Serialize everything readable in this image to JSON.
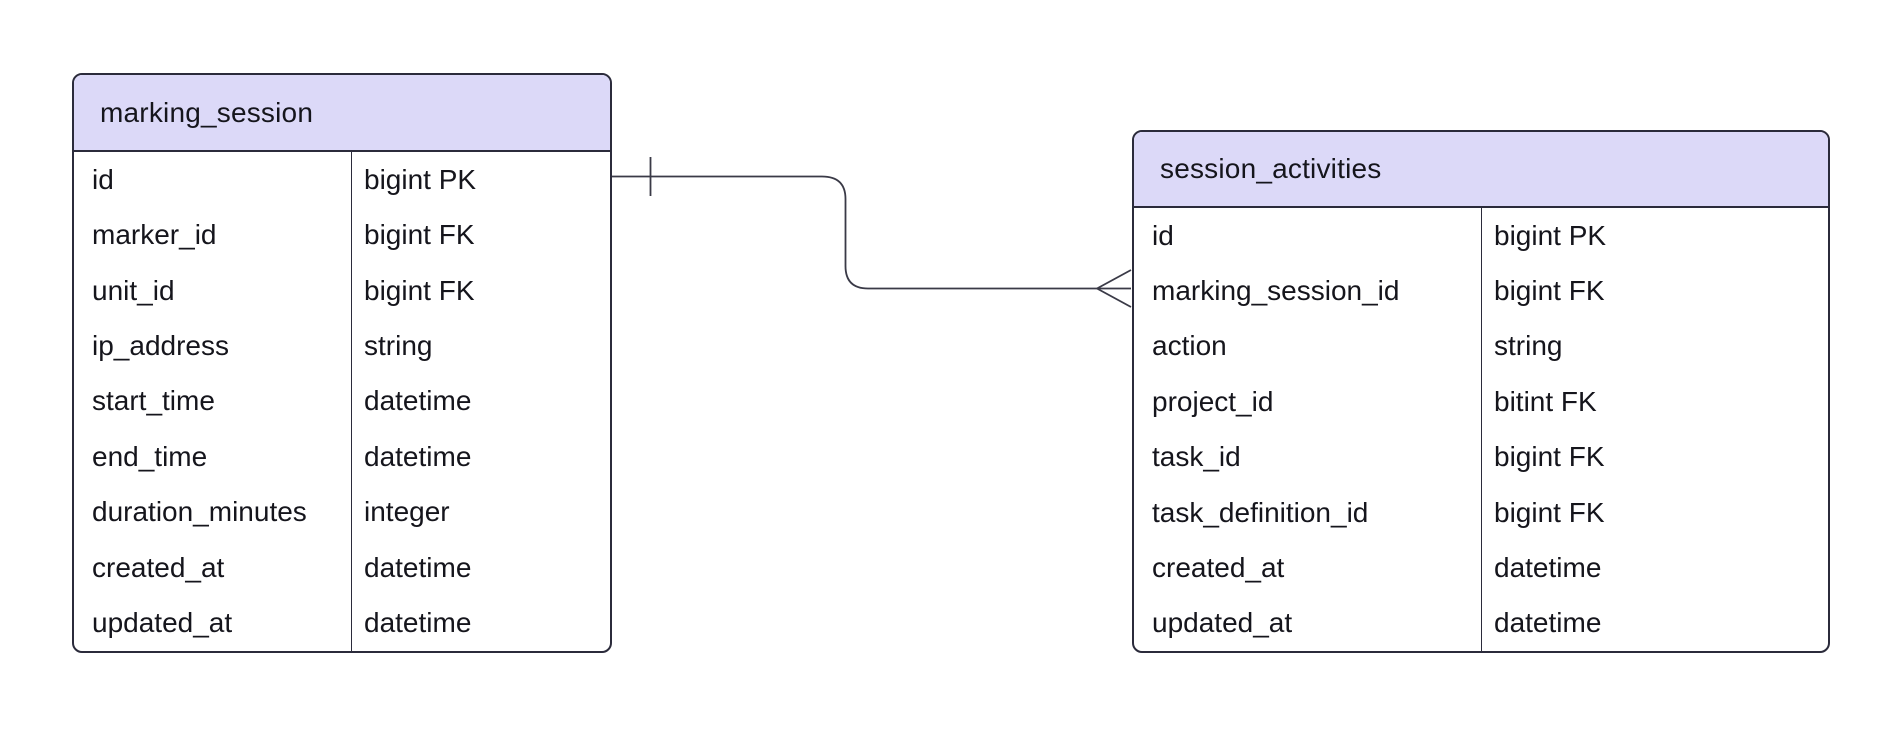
{
  "canvas": {
    "background": "#ffffff"
  },
  "colors": {
    "entity_header_fill": "#dcd9f8",
    "entity_border": "#2b2b3b",
    "connector_line": "#3a3a47",
    "text": "#15151c"
  },
  "entities": [
    {
      "title": "marking_session",
      "fields": [
        {
          "name": "id",
          "type": "bigint PK"
        },
        {
          "name": "marker_id",
          "type": "bigint FK"
        },
        {
          "name": "unit_id",
          "type": "bigint FK"
        },
        {
          "name": "ip_address",
          "type": "string"
        },
        {
          "name": "start_time",
          "type": "datetime"
        },
        {
          "name": "end_time",
          "type": "datetime"
        },
        {
          "name": "duration_minutes",
          "type": "integer"
        },
        {
          "name": "created_at",
          "type": "datetime"
        },
        {
          "name": "updated_at",
          "type": "datetime"
        }
      ]
    },
    {
      "title": "session_activities",
      "fields": [
        {
          "name": "id",
          "type": "bigint PK"
        },
        {
          "name": "marking_session_id",
          "type": "bigint FK"
        },
        {
          "name": "action",
          "type": "string"
        },
        {
          "name": "project_id",
          "type": "bitint FK"
        },
        {
          "name": "task_id",
          "type": "bigint FK"
        },
        {
          "name": "task_definition_id",
          "type": "bigint FK"
        },
        {
          "name": "created_at",
          "type": "datetime"
        },
        {
          "name": "updated_at",
          "type": "datetime"
        }
      ]
    }
  ],
  "relationship": {
    "from_entity": "marking_session",
    "to_entity": "session_activities",
    "from_cardinality": "one",
    "to_cardinality": "many"
  }
}
